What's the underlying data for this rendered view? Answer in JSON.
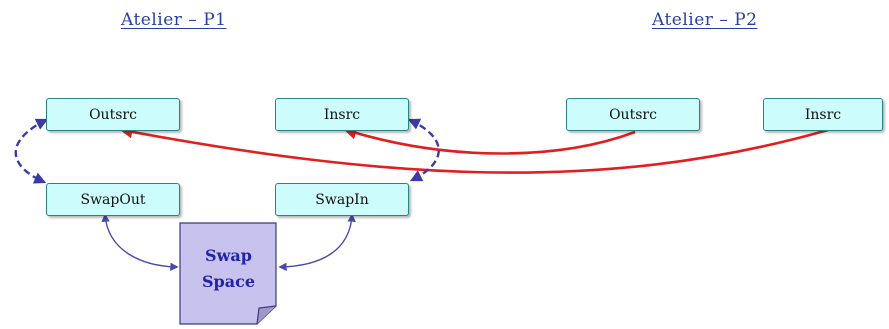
{
  "titles": {
    "p1": "Atelier – P1",
    "p2": "Atelier – P2"
  },
  "nodes": {
    "p1_outsrc": "Outsrc",
    "p1_insrc": "Insrc",
    "p1_swapout": "SwapOut",
    "p1_swapin": "SwapIn",
    "p2_outsrc": "Outsrc",
    "p2_insrc": "Insrc"
  },
  "swap_space": {
    "line1": "Swap",
    "line2": "Space"
  },
  "colors": {
    "title": "#2a3fa3",
    "node_fill": "#ccfcfc",
    "node_border": "#2a8484",
    "cross_link": "#e02020",
    "dashed_link": "#3a3aa8",
    "swap_link": "#4a4aa8",
    "swap_fill": "#c8c2ee"
  }
}
